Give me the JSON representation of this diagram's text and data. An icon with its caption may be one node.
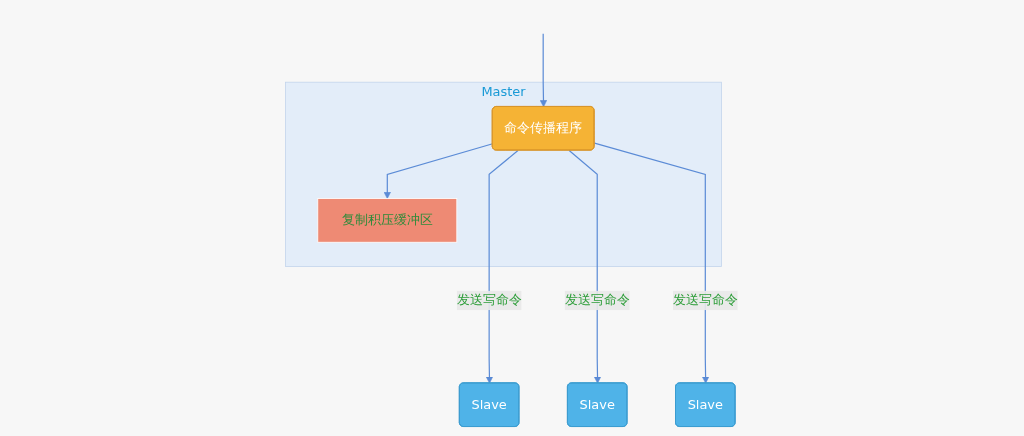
{
  "diagram": {
    "nodes": [
      {
        "text": [
          "Master"
        ]
      },
      {
        "text": [
          "命令传播程序"
        ],
        "in": 0
      },
      {
        "text": [
          "复制积压缓冲区"
        ],
        "in": 0
      },
      {
        "text": [
          "Slave"
        ]
      },
      {
        "text": [
          "Slave"
        ]
      },
      {
        "text": [
          "Slave"
        ]
      }
    ],
    "edges": [
      {
        "from": null,
        "to": 1,
        "arrow": "to"
      },
      {
        "from": 1,
        "to": 2,
        "arrow": "to"
      },
      {
        "from": 1,
        "to": 3,
        "arrow": "to",
        "label": "发送写命令"
      },
      {
        "from": 1,
        "to": 4,
        "arrow": "to",
        "label": "发送写命令"
      },
      {
        "from": 1,
        "to": 5,
        "arrow": "to",
        "label": "发送写命令"
      }
    ]
  }
}
